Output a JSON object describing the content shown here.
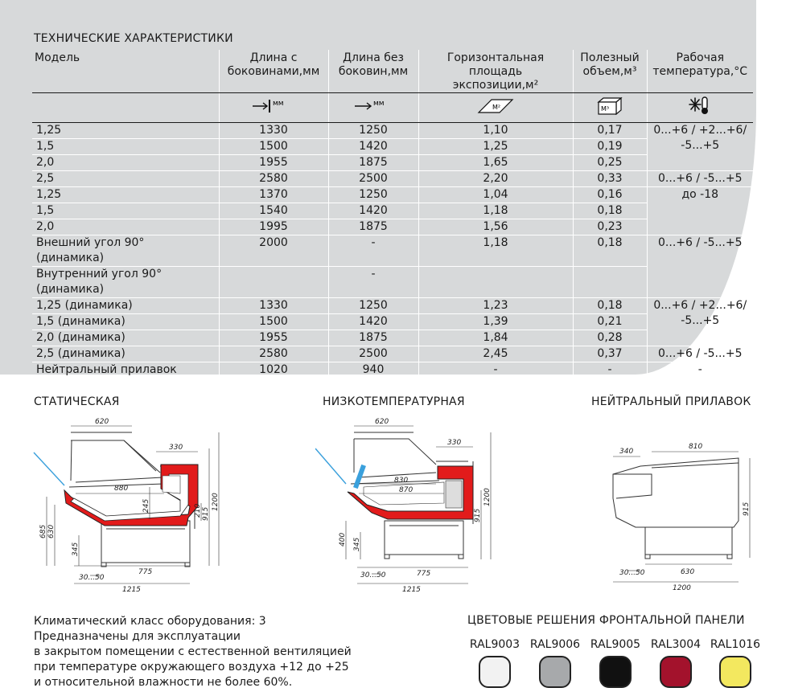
{
  "title": "ТЕХНИЧЕСКИЕ ХАРАКТЕРИСТИКИ",
  "table": {
    "headers": {
      "model": "Модель",
      "len_with_l1": "Длина с",
      "len_with_l2": "боковинами,мм",
      "len_without_l1": "Длина без",
      "len_without_l2": "боковин,мм",
      "area_l1": "Горизонтальная площадь",
      "area_l2": "экспозиции,м²",
      "volume_l1": "Полезный",
      "volume_l2": "объем,м³",
      "temp_l1": "Рабочая",
      "temp_l2": "температура,°C"
    },
    "icon_units": {
      "mm": "мм",
      "m2": "М²",
      "m3": "М³"
    },
    "rows": [
      {
        "model": "1,25",
        "len_with": "1330",
        "len_without": "1250",
        "area": "1,10",
        "volume": "0,17"
      },
      {
        "model": "1,5",
        "len_with": "1500",
        "len_without": "1420",
        "area": "1,25",
        "volume": "0,19"
      },
      {
        "model": "2,0",
        "len_with": "1955",
        "len_without": "1875",
        "area": "1,65",
        "volume": "0,25"
      },
      {
        "model": "2,5",
        "len_with": "2580",
        "len_without": "2500",
        "area": "2,20",
        "volume": "0,33"
      },
      {
        "model": "1,25",
        "len_with": "1370",
        "len_without": "1250",
        "area": "1,04",
        "volume": "0,16"
      },
      {
        "model": "1,5",
        "len_with": "1540",
        "len_without": "1420",
        "area": "1,18",
        "volume": "0,18"
      },
      {
        "model": "2,0",
        "len_with": "1995",
        "len_without": "1875",
        "area": "1,56",
        "volume": "0,23"
      },
      {
        "model_l1": "Внешний угол 90°",
        "model_l2": "(динамика)",
        "len_with": "2000",
        "len_without": "-",
        "area": "1,18",
        "volume": "0,18"
      },
      {
        "model_l1": "Внутренний угол 90°",
        "model_l2": "(динамика)",
        "len_with": "",
        "len_without": "-",
        "area": "",
        "volume": ""
      },
      {
        "model": "1,25 (динамика)",
        "len_with": "1330",
        "len_without": "1250",
        "area": "1,23",
        "volume": "0,18"
      },
      {
        "model": "1,5 (динамика)",
        "len_with": "1500",
        "len_without": "1420",
        "area": "1,39",
        "volume": "0,21"
      },
      {
        "model": "2,0 (динамика)",
        "len_with": "1955",
        "len_without": "1875",
        "area": "1,84",
        "volume": "0,28"
      },
      {
        "model": "2,5 (динамика)",
        "len_with": "2580",
        "len_without": "2500",
        "area": "2,45",
        "volume": "0,37"
      },
      {
        "model": "Нейтральный прилавок",
        "len_with": "1020",
        "len_without": "940",
        "area": "-",
        "volume": "-"
      }
    ],
    "temps": {
      "t1a": "0...+6 / +2...+6/",
      "t1b": "-5...+5",
      "t2": "0...+6 / -5...+5",
      "t3": "до -18",
      "t4": "0...+6 / -5...+5",
      "t5a": "0...+6 / +2...+6/",
      "t5b": "-5...+5",
      "t6": "0...+6 / -5...+5",
      "t7": "-"
    }
  },
  "sections": {
    "static": "СТАТИЧЕСКАЯ",
    "lowtemp": "НИЗКОТЕМПЕРАТУРНАЯ",
    "neutral": "НЕЙТРАЛЬНЫЙ ПРИЛАВОК"
  },
  "dims": {
    "s620": "620",
    "s330": "330",
    "s880": "880",
    "s245": "245",
    "s210": "210",
    "s915": "915",
    "s1200": "1200",
    "s685": "685",
    "s630": "630",
    "s345": "345",
    "s775": "775",
    "s3050": "30...50",
    "s1215": "1215",
    "l620": "620",
    "l330": "330",
    "l830": "830",
    "l870": "870",
    "l915": "915",
    "l1200": "1200",
    "l400": "400",
    "l345": "345",
    "l775": "775",
    "l3050": "30...50",
    "l1215": "1215",
    "n340": "340",
    "n810": "810",
    "n915": "915",
    "n630": "630",
    "n3050": "30...50",
    "n1200": "1200"
  },
  "notes": [
    "Климатический  класс  оборудования: 3",
    "Предназначены для эксплуатации",
    "в закрытом помещении  с естественной вентиляцией",
    "при  температуре окружающего воздуха  +12 до +25",
    "и  относительной влажности  не более 60%."
  ],
  "colors_title": "ЦВЕТОВЫЕ РЕШЕНИЯ ФРОНТАЛЬНОЙ ПАНЕЛИ",
  "swatches": [
    {
      "code": "RAL9003",
      "hex": "#f2f2f2"
    },
    {
      "code": "RAL9006",
      "hex": "#a7a9ab"
    },
    {
      "code": "RAL9005",
      "hex": "#111111"
    },
    {
      "code": "RAL3004",
      "hex": "#a3122c"
    },
    {
      "code": "RAL1016",
      "hex": "#f3e85f"
    }
  ],
  "accent_red": "#e21b1b"
}
